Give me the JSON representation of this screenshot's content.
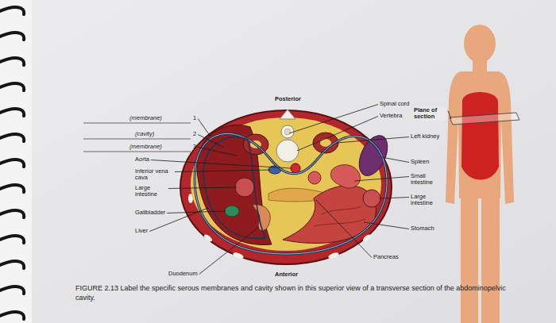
{
  "diagram": {
    "caption": "FIGURE 2.13 Label the specific serous membranes and cavity shown in this superior view of a transverse section of the abdominopelvic cavity.",
    "labels": [
      "Posterior",
      "Spinal cord",
      "Vertebra",
      "Plane of section",
      "(membrane)",
      "1",
      "(cavity)",
      "2",
      "(membrane)",
      "3",
      "Left kidney",
      "Aorta",
      "Spleen",
      "Inferior vena cava",
      "Small intestine",
      "Large intestine",
      "Large intestine",
      "Gallbladder",
      "Stomach",
      "Liver",
      "Pancreas",
      "Duodenum",
      "Anterior"
    ]
  }
}
